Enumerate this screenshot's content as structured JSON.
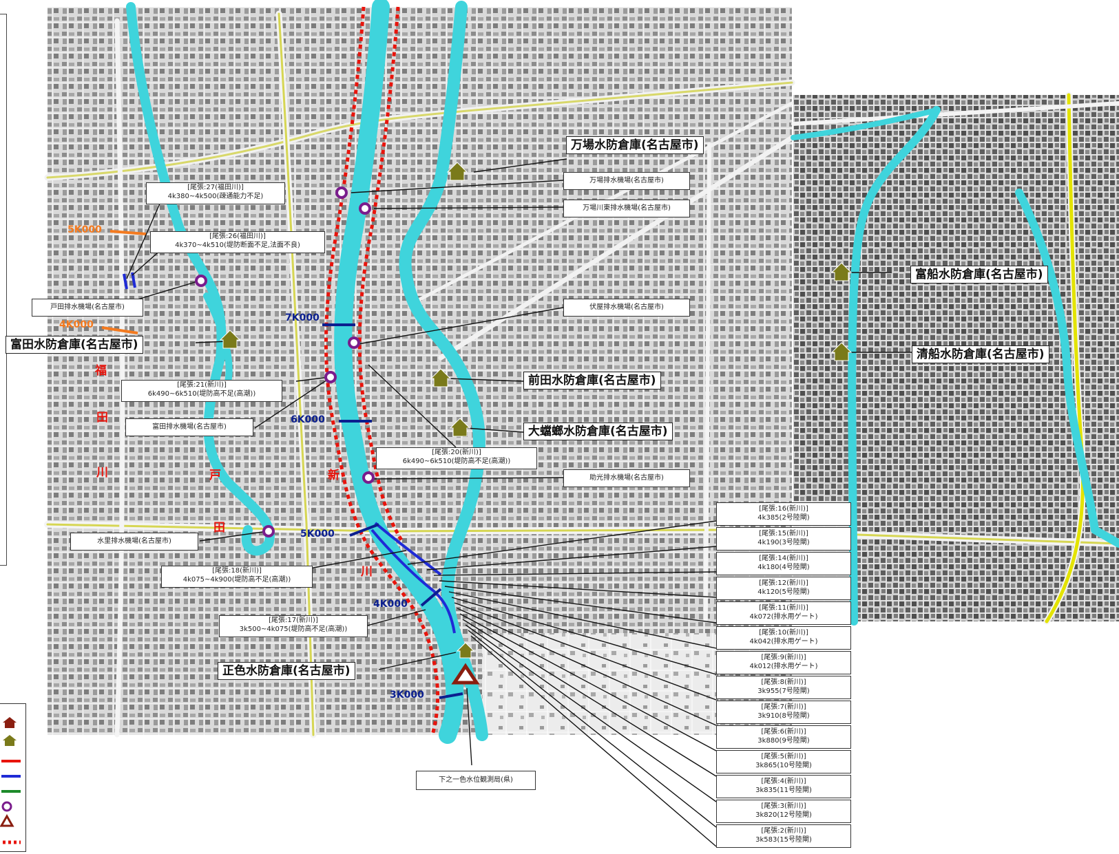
{
  "colors": {
    "river": "#3fd4dc",
    "levee_red": "#e8140c",
    "levee_blue": "#1f2bd6",
    "dike_green": "#1c8a2a",
    "pump_purple": "#7a1c8c",
    "warehouse_olive": "#7a7a1a",
    "gauge_brown": "#8a1e10",
    "km_orange": "#f47a1f",
    "km_blue": "#0b1f8f"
  },
  "reach_labels": {
    "fukuda": [
      "福",
      "田",
      "川"
    ],
    "toda": [
      "戸",
      "田",
      "川"
    ],
    "shin": [
      "新",
      "川"
    ]
  },
  "km_markers": [
    {
      "id": "k5000-orange",
      "label": "5K000",
      "style": "orange"
    },
    {
      "id": "k4000-orange",
      "label": "4K000",
      "style": "orange"
    },
    {
      "id": "k7000",
      "label": "7K000",
      "style": "blue"
    },
    {
      "id": "k6000",
      "label": "6K000",
      "style": "blue"
    },
    {
      "id": "k5000",
      "label": "5K000",
      "style": "blue"
    },
    {
      "id": "k4000",
      "label": "4K000",
      "style": "blue"
    },
    {
      "id": "k3000",
      "label": "3K000",
      "style": "blue"
    }
  ],
  "warehouses": [
    {
      "id": "manba",
      "label": "万場水防倉庫(名古屋市)"
    },
    {
      "id": "tomita",
      "label": "富田水防倉庫(名古屋市)"
    },
    {
      "id": "maeda",
      "label": "前田水防倉庫(名古屋市)"
    },
    {
      "id": "okaniya",
      "label": "大蟷螂水防倉庫(名古屋市)"
    },
    {
      "id": "tomifune",
      "label": "富船水防倉庫(名古屋市)"
    },
    {
      "id": "kiyofune",
      "label": "清船水防倉庫(名古屋市)"
    },
    {
      "id": "shoushiki",
      "label": "正色水防倉庫(名古屋市)"
    }
  ],
  "pumps": [
    {
      "id": "manba-p",
      "label": "万場排水機場(名古屋市)"
    },
    {
      "id": "manba-east-p",
      "label": "万場川東排水機場(名古屋市)"
    },
    {
      "id": "toda-p",
      "label": "戸田排水機場(名古屋市)"
    },
    {
      "id": "fushiya-p",
      "label": "伏屋排水機場(名古屋市)"
    },
    {
      "id": "tomita-p",
      "label": "富田排水機場(名古屋市)"
    },
    {
      "id": "sukemitsu-p",
      "label": "助光排水機場(名古屋市)"
    },
    {
      "id": "mizusato-p",
      "label": "水里排水機場(名古屋市)"
    }
  ],
  "gauge": {
    "label": "下之一色水位観測局(県)"
  },
  "points": [
    {
      "id": "p27",
      "title": "[尾張:27(福田川)]",
      "detail": "4k380~4k500(疎通能力不足)"
    },
    {
      "id": "p26",
      "title": "[尾張:26(福田川)]",
      "detail": "4k370~4k510(堤防断面不足,法面不良)"
    },
    {
      "id": "p21",
      "title": "[尾張:21(新川)]",
      "detail": "6k490~6k510(堤防高不足(高潮))"
    },
    {
      "id": "p20",
      "title": "[尾張:20(新川)]",
      "detail": "6k490~6k510(堤防高不足(高潮))"
    },
    {
      "id": "p18",
      "title": "[尾張:18(新川)]",
      "detail": "4k075~4k900(堤防高不足(高潮))"
    },
    {
      "id": "p17",
      "title": "[尾張:17(新川)]",
      "detail": "3k500~4k075(堤防高不足(高潮))"
    }
  ],
  "gates": [
    {
      "id": "g16",
      "title": "[尾張:16(新川)]",
      "detail": "4k385(2号陸閘)"
    },
    {
      "id": "g15",
      "title": "[尾張:15(新川)]",
      "detail": "4k190(3号陸閘)"
    },
    {
      "id": "g14",
      "title": "[尾張:14(新川)]",
      "detail": "4k180(4号陸閘)"
    },
    {
      "id": "g12",
      "title": "[尾張:12(新川)]",
      "detail": "4k120(5号陸閘)"
    },
    {
      "id": "g11",
      "title": "[尾張:11(新川)]",
      "detail": "4k072(排水用ゲート)"
    },
    {
      "id": "g10",
      "title": "[尾張:10(新川)]",
      "detail": "4k042(排水用ゲート)"
    },
    {
      "id": "g9",
      "title": "[尾張:9(新川)]",
      "detail": "4k012(排水用ゲート)"
    },
    {
      "id": "g8",
      "title": "[尾張:8(新川)]",
      "detail": "3k955(7号陸閘)"
    },
    {
      "id": "g7",
      "title": "[尾張:7(新川)]",
      "detail": "3k910(8号陸閘)"
    },
    {
      "id": "g6",
      "title": "[尾張:6(新川)]",
      "detail": "3k880(9号陸閘)"
    },
    {
      "id": "g5",
      "title": "[尾張:5(新川)]",
      "detail": "3k865(10号陸閘)"
    },
    {
      "id": "g4",
      "title": "[尾張:4(新川)]",
      "detail": "3k835(11号陸閘)"
    },
    {
      "id": "g3",
      "title": "[尾張:3(新川)]",
      "detail": "3k820(12号陸閘)"
    },
    {
      "id": "g2",
      "title": "[尾張:2(新川)]",
      "detail": "3k583(15号陸閘)"
    }
  ]
}
